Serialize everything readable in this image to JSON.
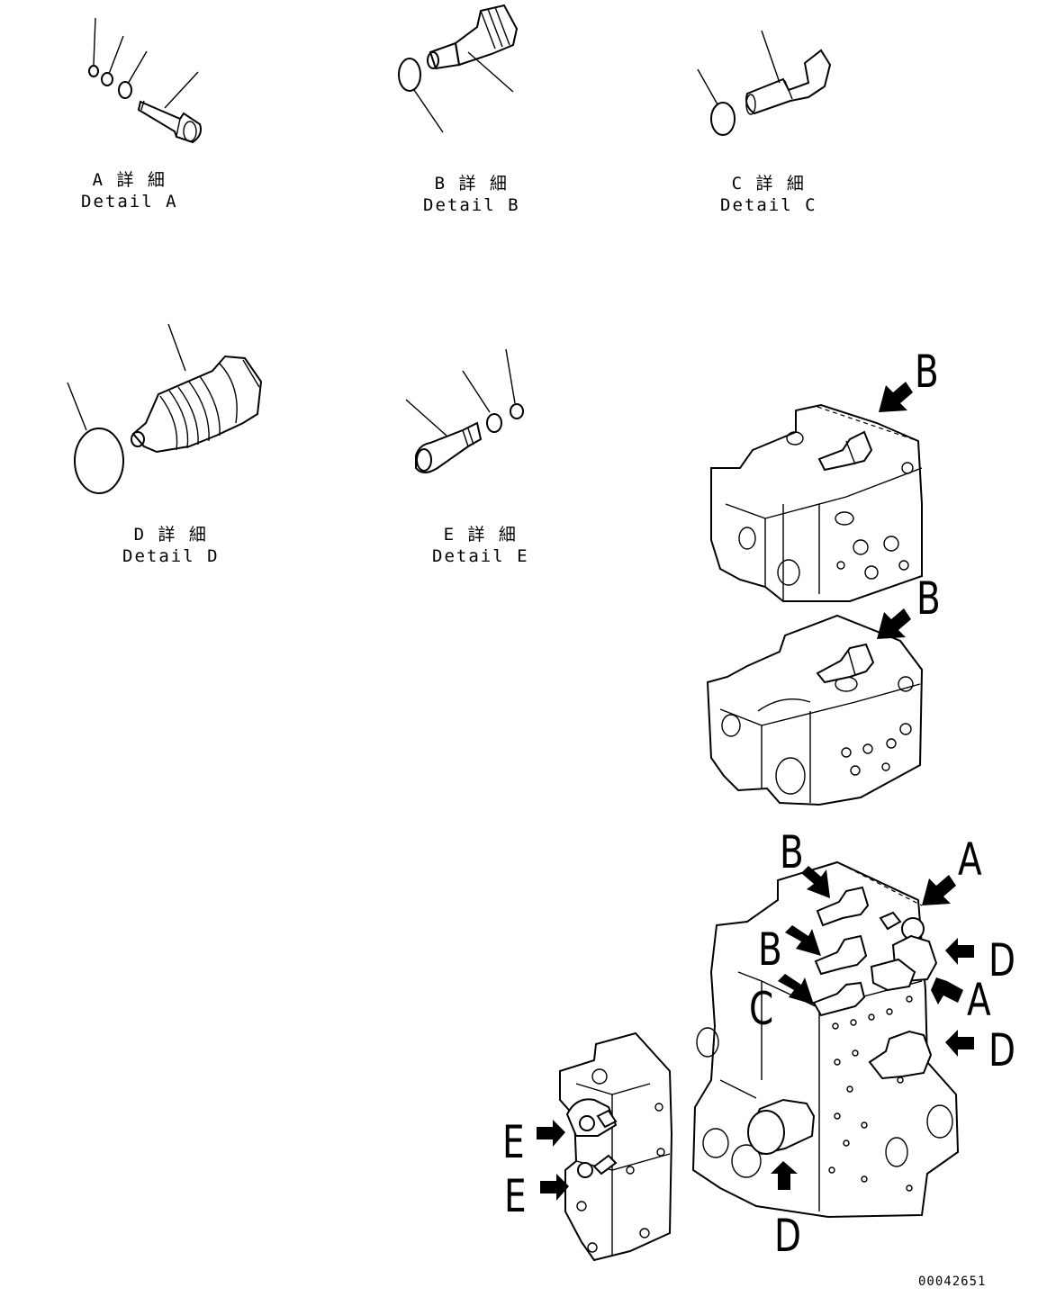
{
  "details": [
    {
      "id": "A",
      "jp": "A 詳 細",
      "en": "Detail A"
    },
    {
      "id": "B",
      "jp": "B 詳 細",
      "en": "Detail B"
    },
    {
      "id": "C",
      "jp": "C 詳 細",
      "en": "Detail C"
    },
    {
      "id": "D",
      "jp": "D 詳 細",
      "en": "Detail D"
    },
    {
      "id": "E",
      "jp": "E 詳 細",
      "en": "Detail E"
    }
  ],
  "callouts": {
    "b1": "B",
    "b2": "B",
    "b3": "B",
    "b4": "B",
    "a1": "A",
    "a2": "A",
    "c1": "C",
    "d1": "D",
    "d2": "D",
    "d3": "D",
    "e1": "E",
    "e2": "E"
  },
  "drawing_number": "00042651"
}
